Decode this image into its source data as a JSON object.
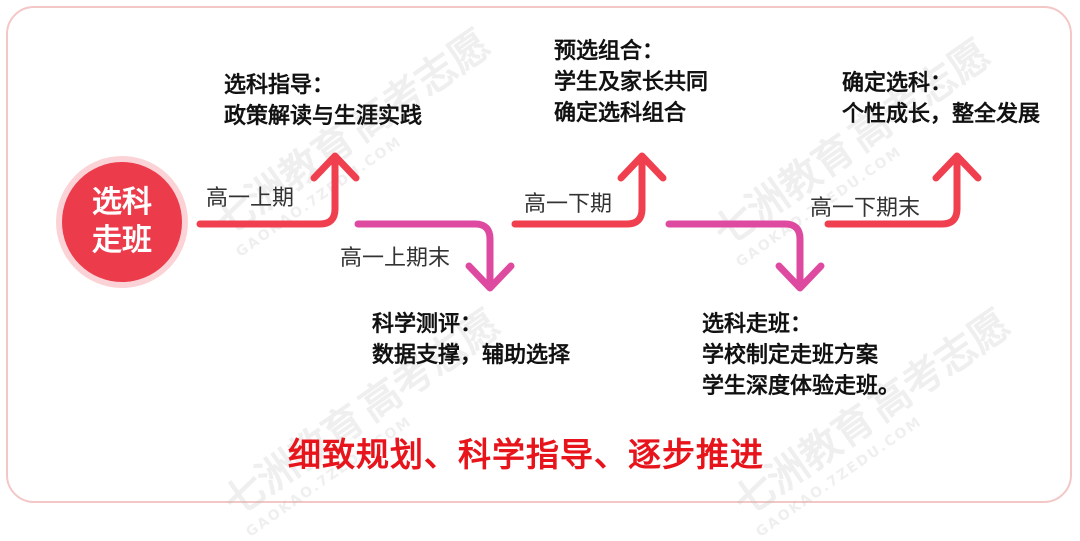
{
  "center": {
    "line1": "选科",
    "line2": "走班"
  },
  "periods": [
    "高一上期",
    "高一上期末",
    "高一下期",
    "高一下期末"
  ],
  "notes": {
    "n1": {
      "title": "选科指导：",
      "line2": "政策解读与生涯实践"
    },
    "n2": {
      "title": "科学测评：",
      "line2": "数据支撑，辅助选择"
    },
    "n3": {
      "title": "预选组合：",
      "line2": "学生及家长共同",
      "line3": "确定选科组合"
    },
    "n4": {
      "title": "选科走班：",
      "line2": "学校制定走班方案",
      "line3": "学生深度体验走班。"
    },
    "n5": {
      "title": "确定选科：",
      "line2": "个性成长，整全发展"
    }
  },
  "slogan": "细致规划、科学指导、逐步推进",
  "watermark": {
    "name": "七洲教育",
    "tag": "高考志愿",
    "url": "GAOKAO.7ZEDU.COM"
  },
  "colors": {
    "red": "#f0404f",
    "pink": "#de4aa0",
    "circle": "#ec3b4b",
    "slogan": "#e8141b"
  }
}
